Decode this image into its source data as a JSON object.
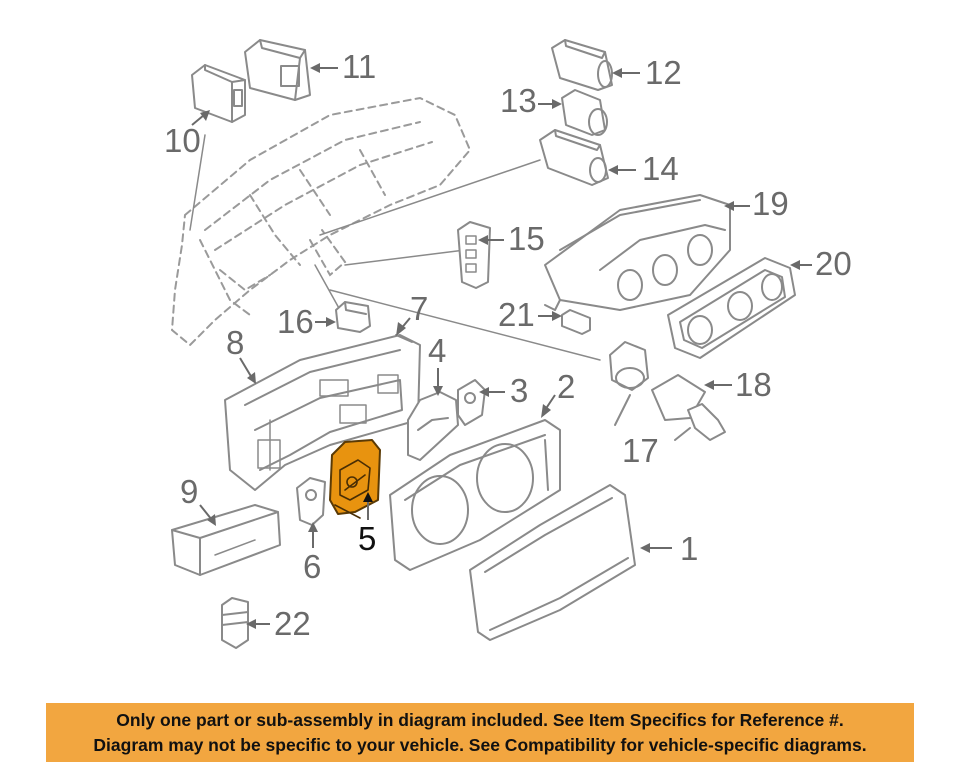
{
  "callouts": {
    "c1": "1",
    "c2": "2",
    "c3": "3",
    "c4": "4",
    "c5": "5",
    "c6": "6",
    "c7": "7",
    "c8": "8",
    "c9": "9",
    "c10": "10",
    "c11": "11",
    "c12": "12",
    "c13": "13",
    "c14": "14",
    "c15": "15",
    "c16": "16",
    "c17": "17",
    "c18": "18",
    "c19": "19",
    "c20": "20",
    "c21": "21",
    "c22": "22"
  },
  "highlighted_part": "5",
  "colors": {
    "highlight": "#e8930f",
    "banner": "#f2a640",
    "lines": "#8a8a8a"
  },
  "banner": {
    "line1": "Only one part or sub-assembly in diagram included. See Item Specifics for Reference #.",
    "line2": "Diagram may not be specific to your vehicle. See Compatibility for vehicle-specific diagrams."
  }
}
